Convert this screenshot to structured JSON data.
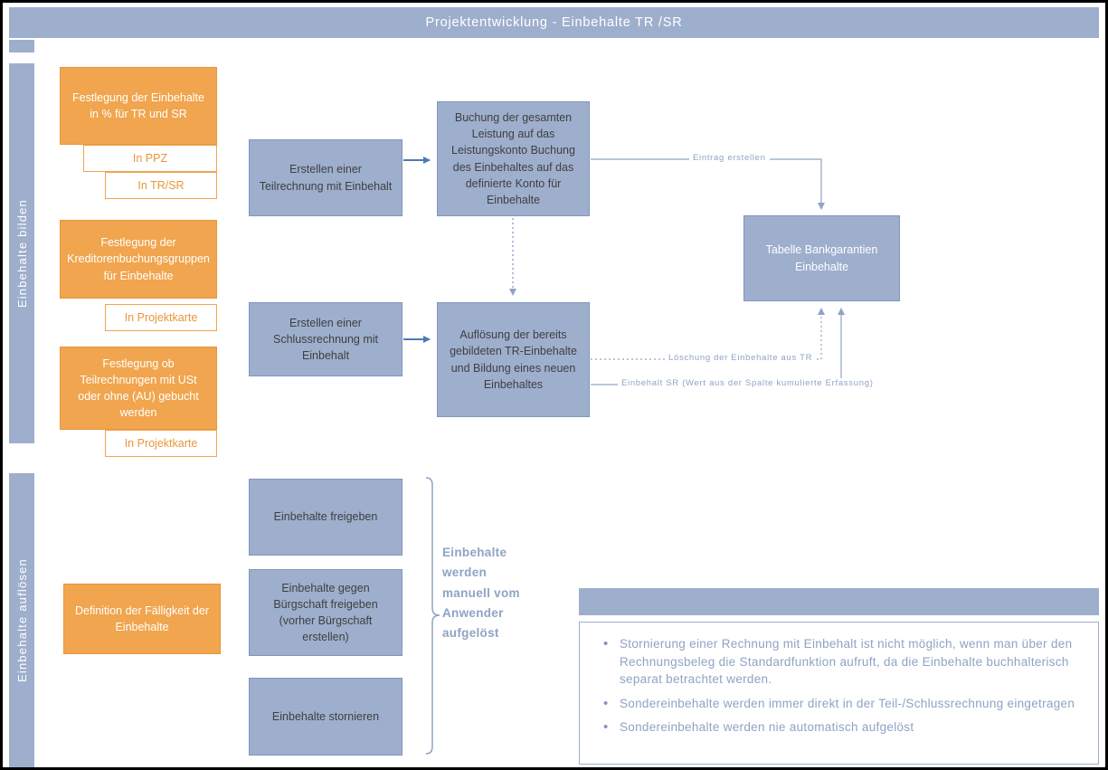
{
  "title": "Projektentwicklung - Einbehalte TR /SR",
  "lanes": {
    "bilden": "Einbehalte bilden",
    "aufloesen": "Einbehalte auflösen"
  },
  "orange_boxes": {
    "festlegung_prozent": "Festlegung der Einbehalte in % für TR und SR",
    "kreditoren": "Festlegung der Kreditorenbuchungsgruppen für Einbehalte",
    "teilrechnung_ust": "Festlegung ob Teilrechnungen mit USt oder ohne (AU) gebucht werden",
    "faelligkeit": "Definition der Fälligkeit der Einbehalte"
  },
  "tags": {
    "ppz": "In PPZ",
    "trsr": "In TR/SR",
    "projektkarte1": "In Projektkarte",
    "projektkarte2": "In Projektkarte"
  },
  "blue_boxes": {
    "teilrechnung": "Erstellen einer Teilrechnung mit Einbehalt",
    "buchung": "Buchung der gesamten Leistung auf das Leistungskonto Buchung des Einbehaltes auf das definierte Konto für Einbehalte",
    "schlussrechnung": "Erstellen einer Schlussrechnung mit Einbehalt",
    "aufloesung": "Auflösung der bereits gebildeten TR-Einbehalte und Bildung eines neuen Einbehaltes",
    "tabelle": "Tabelle Bankgarantien Einbehalte",
    "freigeben": "Einbehalte freigeben",
    "buergschaft": "Einbehalte gegen Bürgschaft freigeben (vorher Bürgschaft erstellen)",
    "stornieren": "Einbehalte stornieren"
  },
  "arrow_labels": {
    "eintrag": "Eintrag erstellen",
    "loeschung": "Löschung der Einbehalte aus TR",
    "einbehalt_sr": "Einbehalt SR (Wert aus der Spalte kumulierte Erfassung)"
  },
  "manual_note": "Einbehalte werden manuell vom Anwender aufgelöst",
  "info_box": {
    "bullets": [
      "Stornierung einer Rechnung mit Einbehalt ist nicht möglich, wenn man über den Rechnungsbeleg die Standardfunktion aufruft, da die Einbehalte buchhalterisch separat betrachtet werden.",
      "Sondereinbehalte werden immer direkt in der Teil-/Schlussrechnung eingetragen",
      "Sondereinbehalte werden nie automatisch aufgelöst"
    ]
  },
  "colors": {
    "blue_fill": "#9DAFCD",
    "blue_border": "#8096BA",
    "orange_fill": "#F0A54E",
    "orange_border": "#E8963A",
    "dark_text": "#3F3F3F",
    "light_blue_text": "#8FA3C4",
    "arrow_blue": "#4D7AB5"
  }
}
